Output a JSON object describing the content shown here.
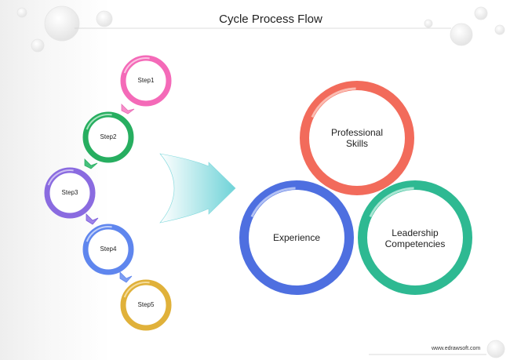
{
  "title": "Cycle Process Flow",
  "steps": [
    {
      "label": "Step1",
      "color": "#f46ab8"
    },
    {
      "label": "Step2",
      "color": "#27ae60"
    },
    {
      "label": "Step3",
      "color": "#8a6be0"
    },
    {
      "label": "Step4",
      "color": "#5f86ee"
    },
    {
      "label": "Step5",
      "color": "#e0b13a"
    }
  ],
  "circles": [
    {
      "label_line1": "Professional",
      "label_line2": "Skills",
      "color": "#f26b5b"
    },
    {
      "label_line1": "Experience",
      "label_line2": "",
      "color": "#4e6fe0"
    },
    {
      "label_line1": "Leadership",
      "label_line2": "Competencies",
      "color": "#2eb992"
    }
  ],
  "arrow_color": "#6fd3d8",
  "footer": "www.edrawsoft.com"
}
